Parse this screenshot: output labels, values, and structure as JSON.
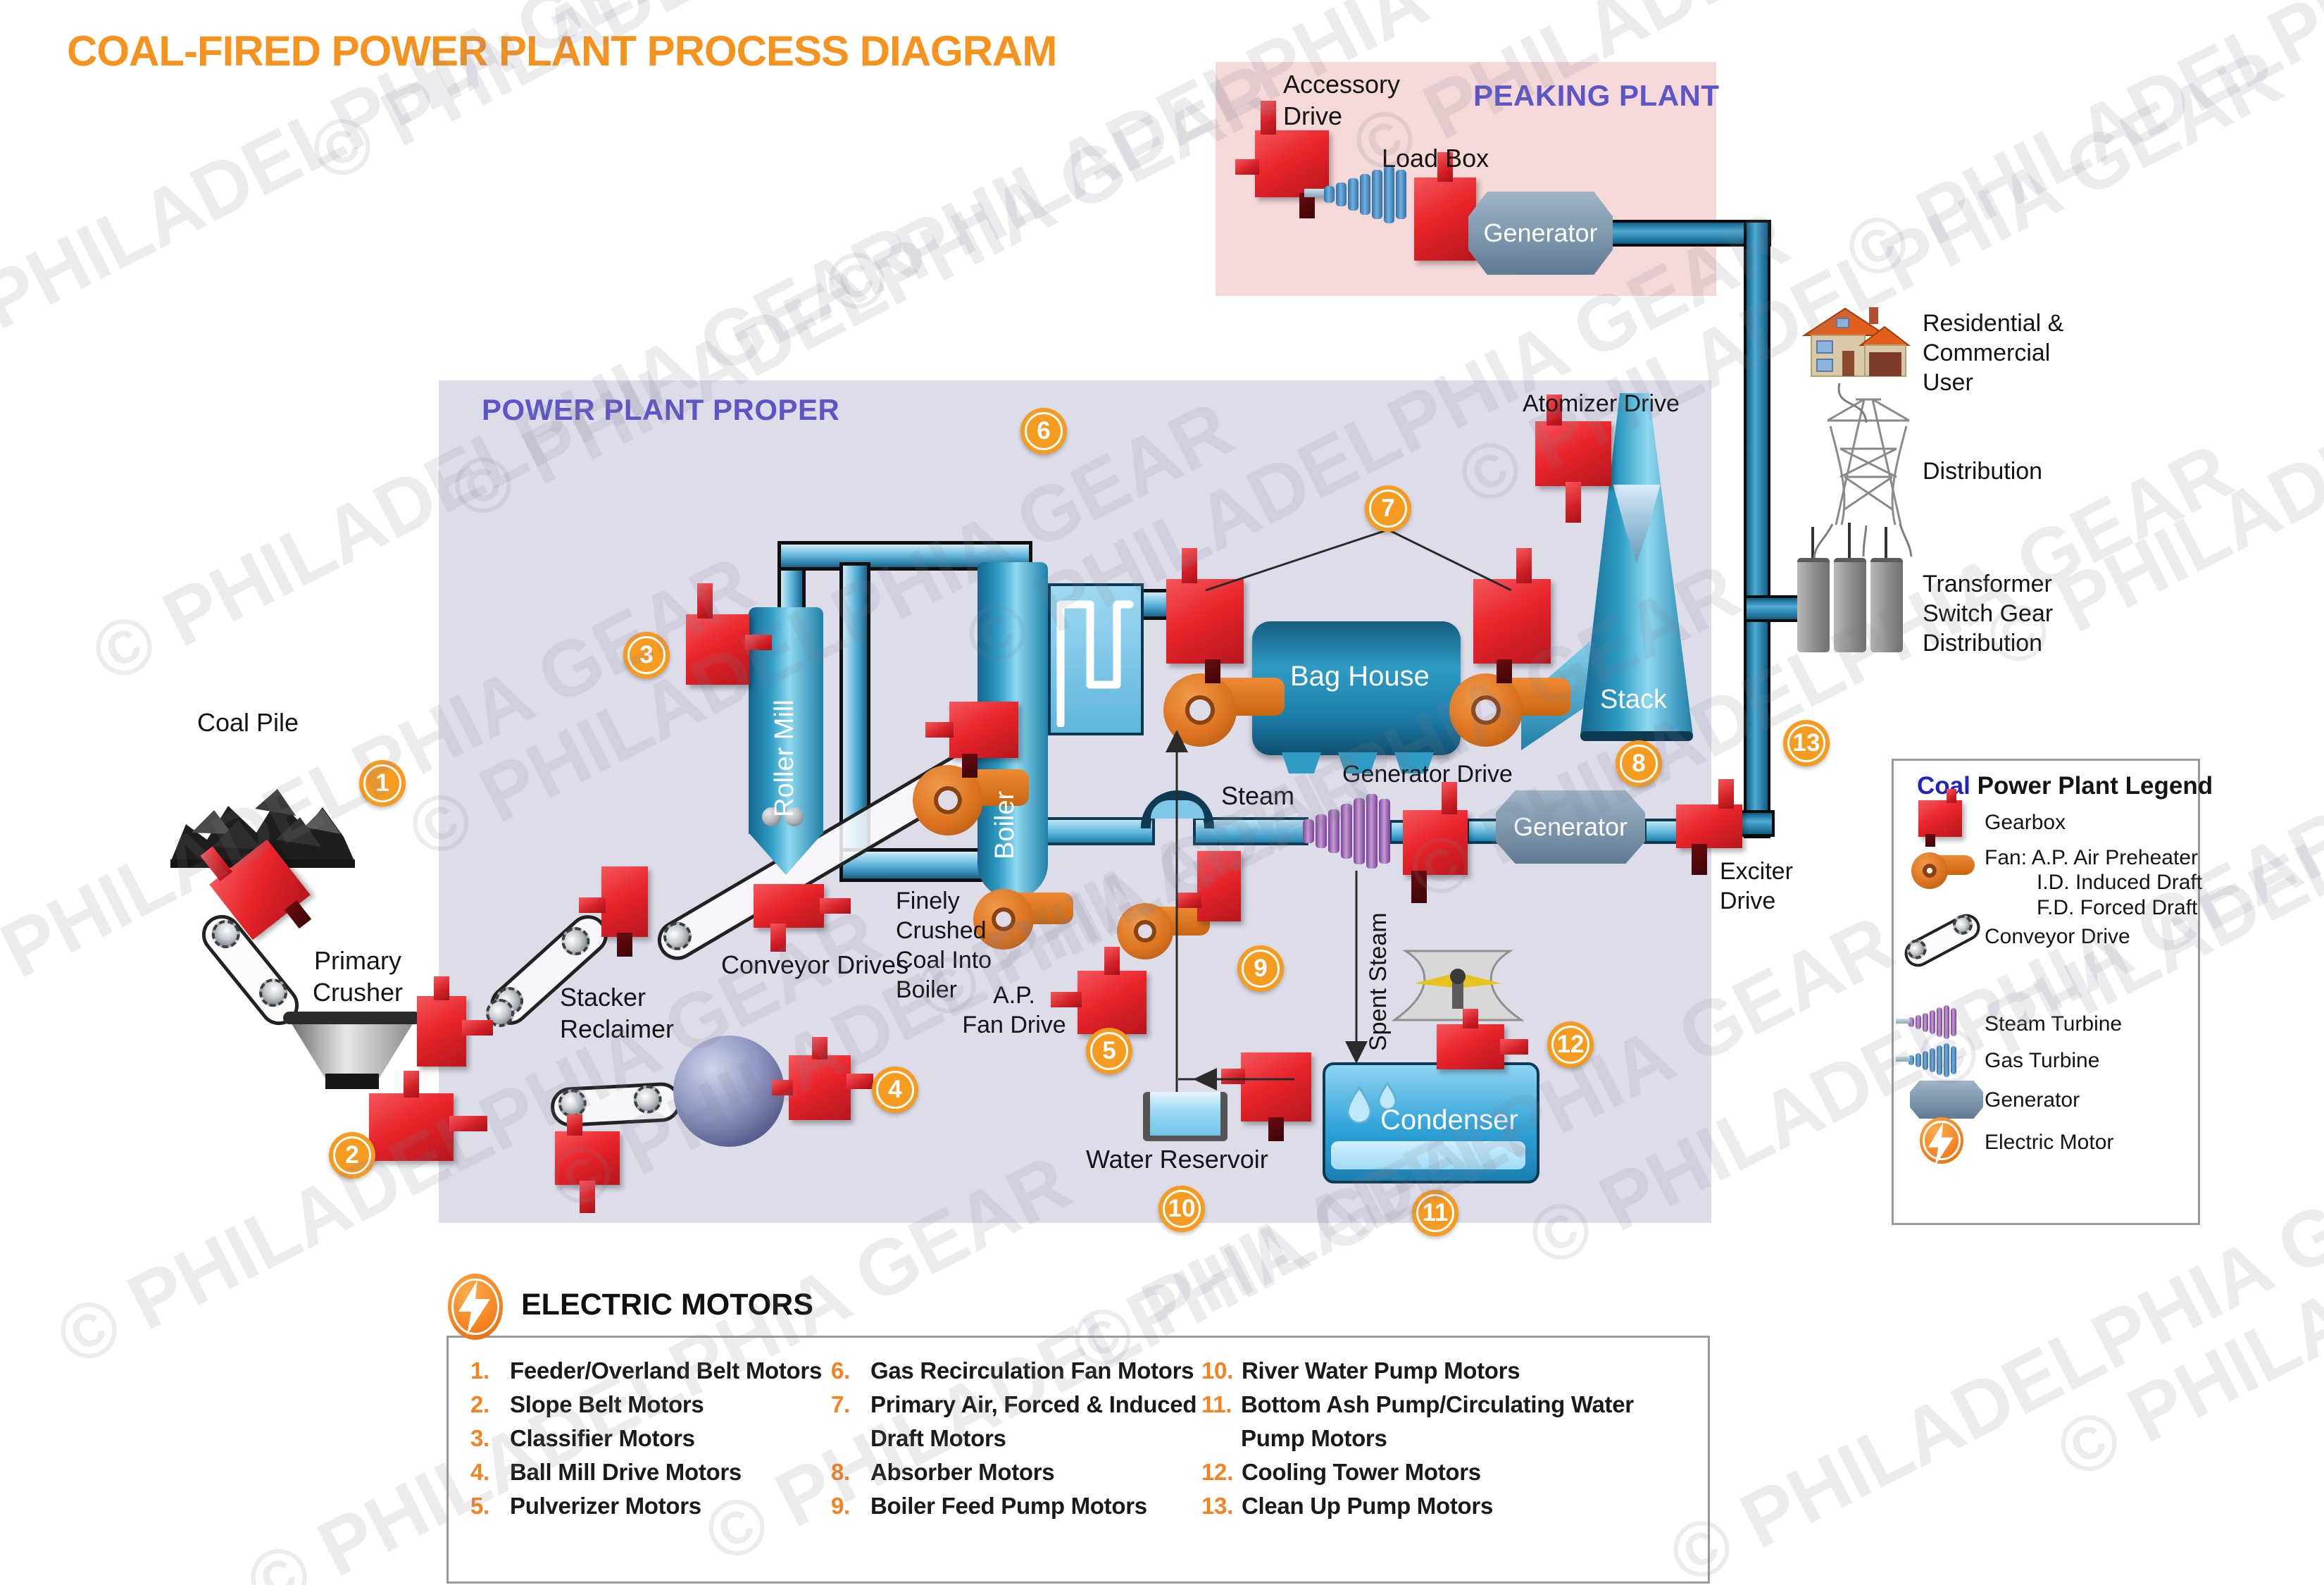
{
  "title": "COAL-FIRED POWER PLANT PROCESS DIAGRAM",
  "watermark_text": "© PHILADELPHIA GEAR",
  "peaking_plant": {
    "heading": "PEAKING PLANT",
    "accessory_drive": "Accessory\nDrive",
    "load_box": "Load Box",
    "generator": "Generator"
  },
  "grid": {
    "residential": "Residential &\nCommercial\nUser",
    "distribution": "Distribution",
    "transformer": "Transformer\nSwitch Gear\nDistribution"
  },
  "plant": {
    "heading": "POWER PLANT PROPER",
    "coal_pile": "Coal Pile",
    "primary_crusher": "Primary\nCrusher",
    "stacker_reclaimer": "Stacker\nReclaimer",
    "conveyor_drives": "Conveyor Drives",
    "roller_mill": "Roller Mill",
    "finely_crushed": "Finely\nCrushed\nCoal Into\nBoiler",
    "boiler": "Boiler",
    "ap_fan_drive": "A.P.\nFan Drive",
    "steam": "Steam",
    "spent_steam": "Spent Steam",
    "bag_house": "Bag House",
    "generator_drive": "Generator Drive",
    "atomizer_drive": "Atomizer Drive",
    "stack": "Stack",
    "generator": "Generator",
    "exciter_drive": "Exciter\nDrive",
    "water_reservoir": "Water Reservoir",
    "condenser": "Condenser"
  },
  "badges": [
    "1",
    "2",
    "3",
    "4",
    "5",
    "6",
    "7",
    "8",
    "9",
    "10",
    "11",
    "12",
    "13"
  ],
  "legend": {
    "title_accent": "Coal",
    "title_rest": " Power Plant Legend",
    "items": [
      {
        "icon": "gearbox-icon",
        "label": "Gearbox"
      },
      {
        "icon": "fan-icon",
        "label": "Fan: A.P. Air Preheater\nI.D. Induced Draft\nF.D. Forced Draft",
        "hang": true
      },
      {
        "icon": "conveyor-drive-icon",
        "label": "Conveyor Drive"
      },
      {
        "icon": "steam-turbine-icon",
        "label": "Steam Turbine"
      },
      {
        "icon": "gas-turbine-icon",
        "label": "Gas Turbine"
      },
      {
        "icon": "generator-icon",
        "label": "Generator"
      },
      {
        "icon": "electric-motor-icon",
        "label": "Electric Motor"
      }
    ]
  },
  "electric_motors": {
    "heading": "ELECTRIC MOTORS",
    "columns": [
      [
        {
          "num": "1.",
          "label": "Feeder/Overland Belt Motors"
        },
        {
          "num": "2.",
          "label": "Slope Belt Motors"
        },
        {
          "num": "3.",
          "label": "Classifier Motors"
        },
        {
          "num": "4.",
          "label": "Ball Mill Drive Motors"
        },
        {
          "num": "5.",
          "label": "Pulverizer Motors"
        }
      ],
      [
        {
          "num": "6.",
          "label": "Gas Recirculation Fan Motors"
        },
        {
          "num": "7.",
          "label": "Primary Air, Forced & Induced\nDraft Motors"
        },
        {
          "num": "8.",
          "label": "Absorber Motors"
        },
        {
          "num": "9.",
          "label": "Boiler Feed Pump Motors"
        }
      ],
      [
        {
          "num": "10.",
          "label": "River Water Pump Motors"
        },
        {
          "num": "11.",
          "label": "Bottom Ash Pump/Circulating Water Pump Motors"
        },
        {
          "num": "12.",
          "label": "Cooling Tower Motors"
        },
        {
          "num": "13.",
          "label": "Clean Up Pump Motors"
        }
      ]
    ]
  },
  "colors": {
    "accent_orange": "#F6921E",
    "badge_orange": "#F59B20",
    "heading_purple": "#5B55C5",
    "legend_coal_blue": "#2222BE",
    "gearbox_red": "#E9242B",
    "fan_orange": "#E0761F",
    "pipe_blue": "#2D91BE",
    "peaking_pink": "#F5D9D8",
    "plant_lavender": "#DDDDEA"
  }
}
